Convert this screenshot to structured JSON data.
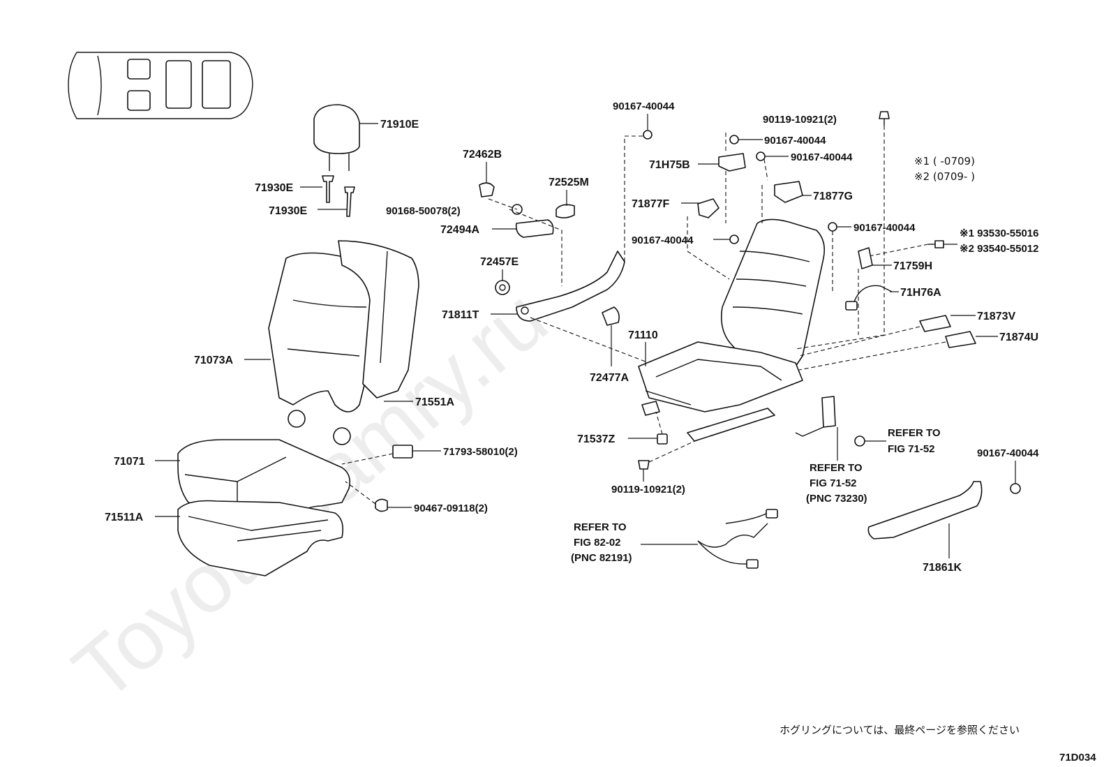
{
  "watermark": "ToyotaCamry.ru",
  "legend": {
    "note1": "※1 (      -0709)",
    "note2": "※2 (0709-      )"
  },
  "footer": {
    "japanese_note": "ホグリングについては、最終ページを参照ください",
    "figure_code": "71D034"
  },
  "labels": {
    "p71910E": "71910E",
    "p71930E_a": "71930E",
    "p71930E_b": "71930E",
    "p72462B": "72462B",
    "p72525M": "72525M",
    "p90168": "90168-50078(2)",
    "p72494A": "72494A",
    "p72457E": "72457E",
    "p71811T": "71811T",
    "p72477A": "72477A",
    "p71073A": "71073A",
    "p71551A": "71551A",
    "p71071": "71071",
    "p71511A": "71511A",
    "p71793": "71793-58010(2)",
    "p90467": "90467-09118(2)",
    "p90167_top": "90167-40044",
    "p90119_top": "90119-10921(2)",
    "p90167_b": "90167-40044",
    "p90167_c": "90167-40044",
    "p71H75B": "71H75B",
    "p71877G": "71877G",
    "p71877F": "71877F",
    "p90167_d": "90167-40044",
    "p90167_e": "90167-40044",
    "p93530": "※1 93530-55016",
    "p93540": "※2 93540-55012",
    "p71759H": "71759H",
    "p71H76A": "71H76A",
    "p71873V": "71873V",
    "p71874U": "71874U",
    "p71110": "71110",
    "p71537Z": "71537Z",
    "p90119_bot": "90119-10921(2)",
    "refer1_l1": "REFER TO",
    "refer1_l2": "FIG 71-52",
    "refer2_l1": "REFER TO",
    "refer2_l2": "FIG 71-52",
    "refer2_l3": "(PNC 73230)",
    "refer3_l1": "REFER TO",
    "refer3_l2": "FIG 82-02",
    "refer3_l3": "(PNC 82191)",
    "p90167_f": "90167-40044",
    "p71861K": "71861K"
  }
}
